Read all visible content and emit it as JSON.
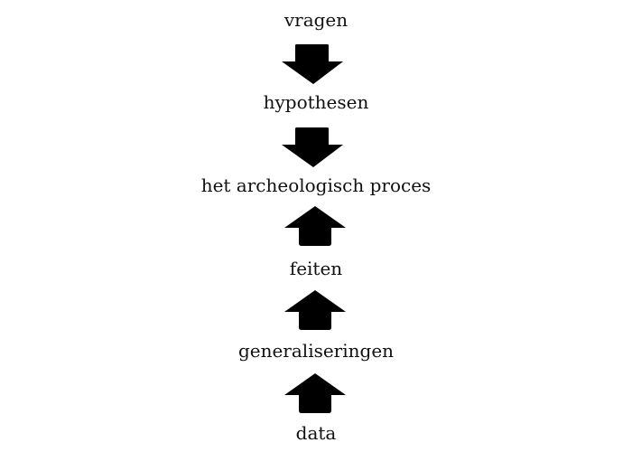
{
  "diagram": {
    "nodes": [
      "vragen",
      "hypothesen",
      "het archeologisch proces",
      "feiten",
      "generaliseringen",
      "data"
    ],
    "arrows": [
      {
        "from": "vragen",
        "to": "hypothesen",
        "direction": "down"
      },
      {
        "from": "hypothesen",
        "to": "het archeologisch proces",
        "direction": "down"
      },
      {
        "from": "feiten",
        "to": "het archeologisch proces",
        "direction": "up"
      },
      {
        "from": "generaliseringen",
        "to": "feiten",
        "direction": "up"
      },
      {
        "from": "data",
        "to": "generaliseringen",
        "direction": "up"
      }
    ],
    "arrow_color": "#000000"
  }
}
